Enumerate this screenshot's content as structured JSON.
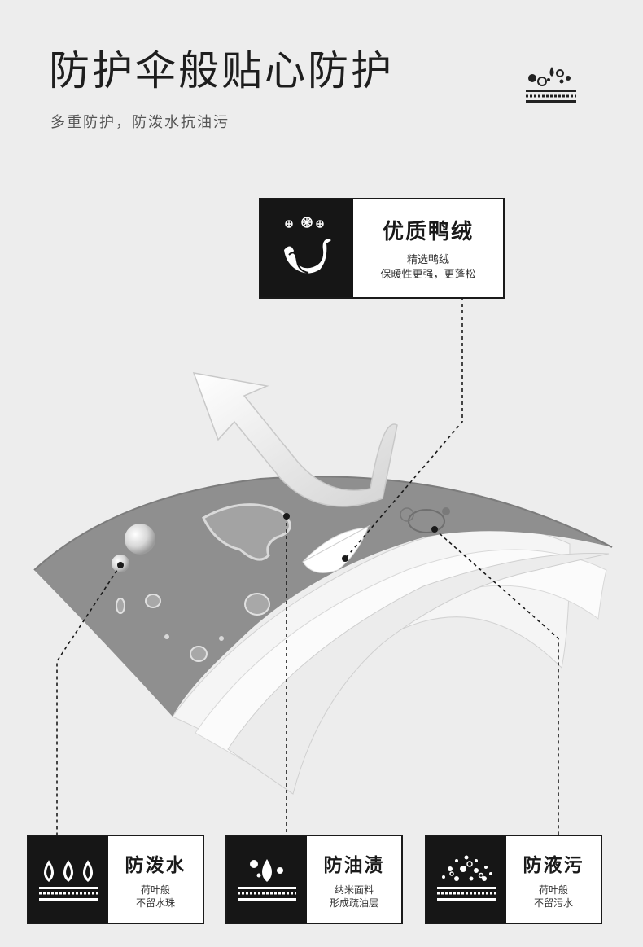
{
  "header": {
    "title": "防护伞般贴心防护",
    "subtitle": "多重防护，防泼水抗油污"
  },
  "icons": {
    "corner": "water-resist-icon",
    "down": "swan-flower-icon",
    "water": "water-drops-icon",
    "oil": "oil-drops-icon",
    "liquid": "liquid-splash-icon"
  },
  "features": {
    "down": {
      "title": "优质鸭绒",
      "line1": "精选鸭绒",
      "line2": "保暖性更强，更蓬松"
    },
    "water": {
      "title": "防泼水",
      "line1": "荷叶般",
      "line2": "不留水珠"
    },
    "oil": {
      "title": "防油渍",
      "line1": "纳米面料",
      "line2": "形成疏油层"
    },
    "liquid": {
      "title": "防液污",
      "line1": "荷叶般",
      "line2": "不留污水"
    }
  },
  "colors": {
    "background": "#ededed",
    "fabric": "#8f8f8f",
    "card_dark": "#161616"
  }
}
